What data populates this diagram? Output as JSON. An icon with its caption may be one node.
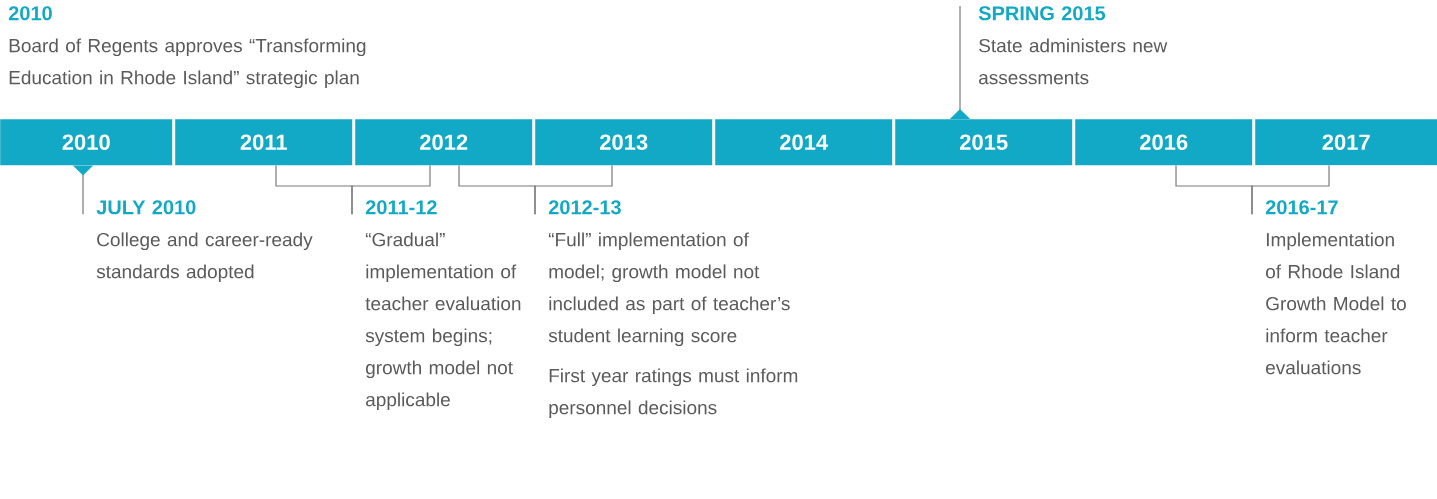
{
  "diagram": {
    "nodes": [
      {
        "text": [
          "2010"
        ]
      },
      {
        "text": [
          "2011"
        ]
      },
      {
        "text": [
          "2012"
        ]
      },
      {
        "text": [
          "2013"
        ]
      },
      {
        "text": [
          "2014"
        ]
      },
      {
        "text": [
          "2015"
        ]
      },
      {
        "text": [
          "2016"
        ]
      },
      {
        "text": [
          "2017"
        ]
      },
      {
        "text": [
          "2010",
          "Board of Regents approves “Transforming Education in Rhode Island” strategic plan"
        ]
      },
      {
        "text": [
          "JULY 2010",
          "College and career-ready standards adopted"
        ]
      },
      {
        "text": [
          "2011-12",
          "“Gradual” implementation of teacher evaluation system begins; growth model not applicable"
        ]
      },
      {
        "text": [
          "2012-13",
          "“Full” implementation of model; growth model not included as part of teacher’s student learning score",
          "First year ratings must inform personnel decisions"
        ]
      },
      {
        "text": [
          "SPRING 2015",
          "State administers new assessments"
        ]
      },
      {
        "text": [
          "2016-17",
          "Implementation of Rhode Island Growth Model to inform teacher evaluations"
        ]
      }
    ],
    "edges": [
      {
        "from": 0,
        "to": 9,
        "arrow": "other"
      },
      {
        "from": 1,
        "to": 10,
        "arrow": "none"
      },
      {
        "from": 2,
        "to": 10,
        "arrow": "none"
      },
      {
        "from": 2,
        "to": 11,
        "arrow": "none"
      },
      {
        "from": 3,
        "to": 11,
        "arrow": "none"
      },
      {
        "from": 5,
        "to": 12,
        "arrow": "other"
      },
      {
        "from": 6,
        "to": 13,
        "arrow": "none"
      },
      {
        "from": 7,
        "to": 13,
        "arrow": "none"
      }
    ]
  }
}
